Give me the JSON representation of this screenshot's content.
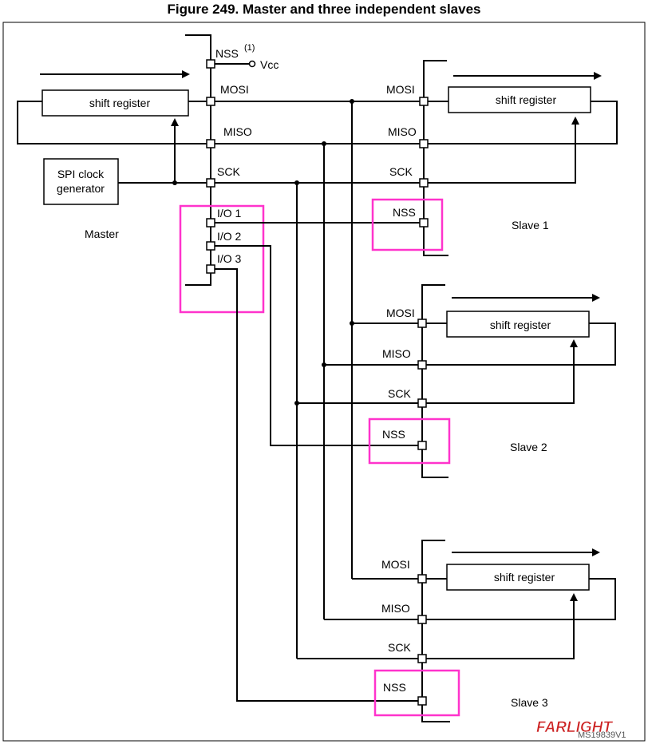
{
  "title": "Figure 249. Master and three independent slaves",
  "master": {
    "label": "Master",
    "nss": "NSS",
    "nss_note": "(1)",
    "vcc": "Vcc",
    "mosi": "MOSI",
    "miso": "MISO",
    "sck": "SCK",
    "io1": "I/O 1",
    "io2": "I/O 2",
    "io3": "I/O 3",
    "shift_register": "shift register",
    "clock_gen_line1": "SPI clock",
    "clock_gen_line2": "generator"
  },
  "slaves": [
    {
      "label": "Slave 1",
      "mosi": "MOSI",
      "miso": "MISO",
      "sck": "SCK",
      "nss": "NSS",
      "shift_register": "shift register"
    },
    {
      "label": "Slave 2",
      "mosi": "MOSI",
      "miso": "MISO",
      "sck": "SCK",
      "nss": "NSS",
      "shift_register": "shift register"
    },
    {
      "label": "Slave 3",
      "mosi": "MOSI",
      "miso": "MISO",
      "sck": "SCK",
      "nss": "NSS",
      "shift_register": "shift register"
    }
  ],
  "watermark": {
    "brand": "FARLIGHT",
    "code": "MS19839V1"
  },
  "colors": {
    "highlight": "#ff33cc",
    "line": "#000000",
    "watermark": "#cc2222"
  }
}
